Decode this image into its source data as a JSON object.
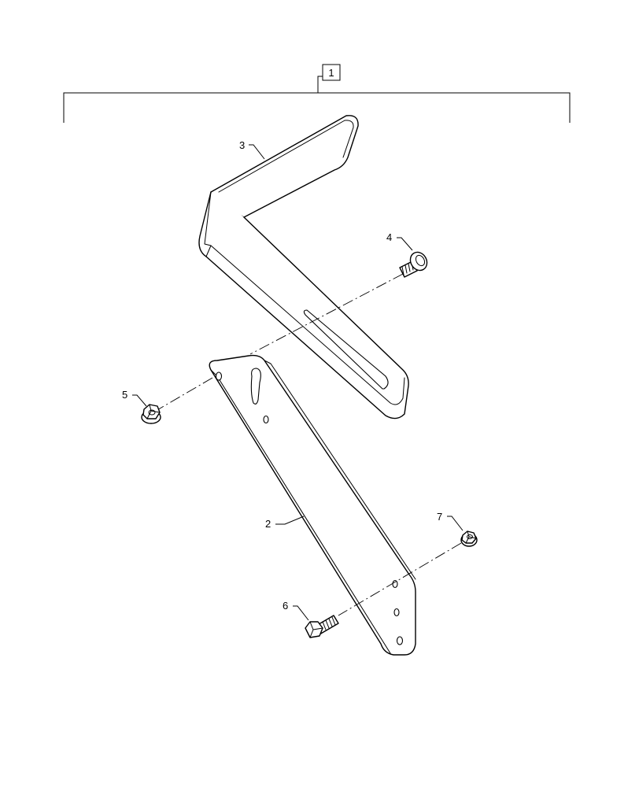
{
  "diagram": {
    "assembly_callout": "1",
    "callouts": {
      "bracket_angle": "2",
      "bracket_v": "3",
      "bolt_top": "4",
      "nut_left": "5",
      "bolt_bottom": "6",
      "nut_right": "7"
    }
  }
}
